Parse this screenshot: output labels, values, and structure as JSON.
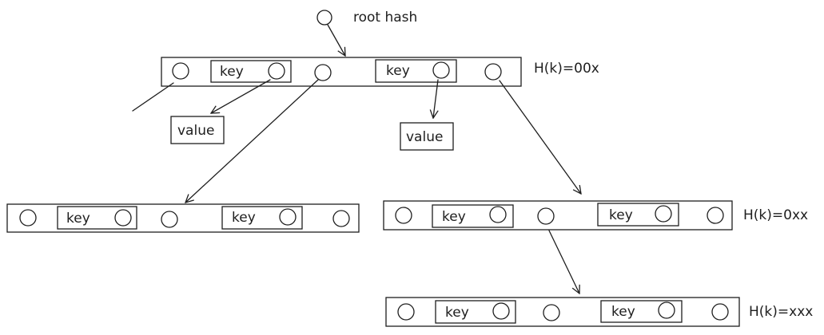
{
  "root": {
    "label": "root hash"
  },
  "nodes": {
    "top": {
      "hash_label": "H(k)=00x",
      "key_1": "key",
      "key_2": "key"
    },
    "left": {
      "key_1": "key",
      "key_2": "key"
    },
    "right": {
      "hash_label": "H(k)=0xx",
      "key_1": "key",
      "key_2": "key"
    },
    "bottom": {
      "hash_label": "H(k)=xxx",
      "key_1": "key",
      "key_2": "key"
    }
  },
  "values": {
    "value_1": "value",
    "value_2": "value"
  },
  "colors": {
    "stroke": "#1e1e1e",
    "background": "#ffffff"
  }
}
